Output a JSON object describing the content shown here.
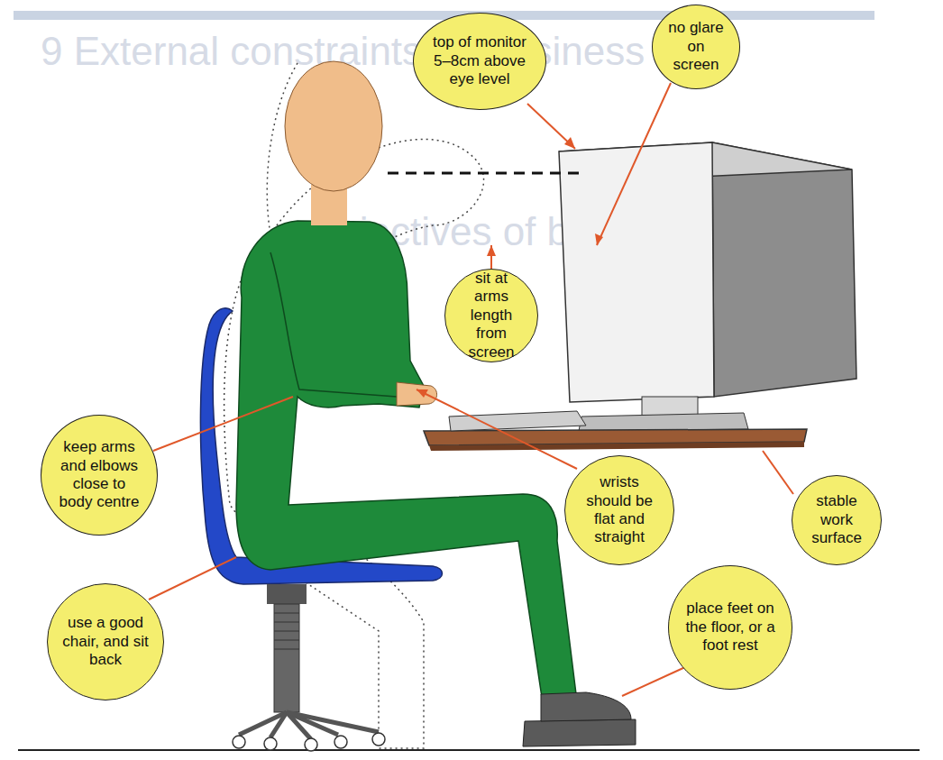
{
  "diagram": {
    "nodes": [
      {
        "text": [
          "top of monitor 5–8cm above eye level"
        ]
      },
      {
        "text": [
          "no glare on screen"
        ]
      },
      {
        "text": [
          "sit at arms length from screen"
        ]
      },
      {
        "text": [
          "keep arms and elbows close to body centre"
        ]
      },
      {
        "text": [
          "wrists should be flat and straight"
        ]
      },
      {
        "text": [
          "stable work surface"
        ]
      },
      {
        "text": [
          "use a good chair, and sit back"
        ]
      },
      {
        "text": [
          "place feet on the floor, or a foot rest"
        ]
      }
    ],
    "labels": [
      "9 External constraints on business",
      "Objectives of business"
    ]
  }
}
